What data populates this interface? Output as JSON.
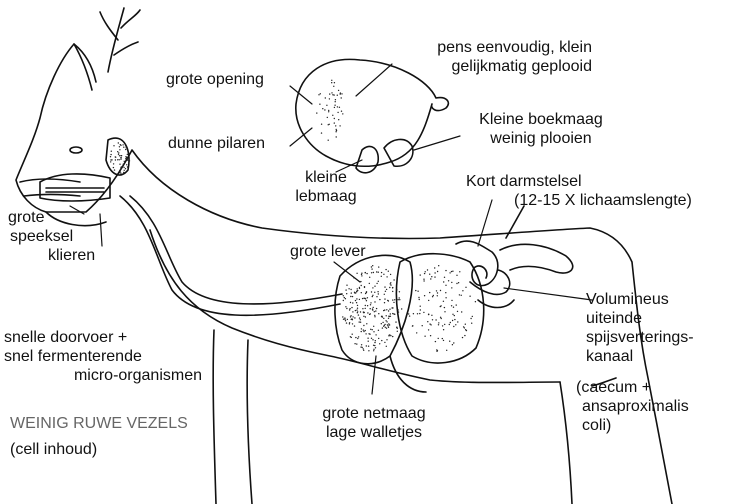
{
  "labels": {
    "stomach_simple_1": "pens eenvoudig, klein",
    "stomach_simple_2": "gelijkmatig geplooid",
    "large_opening": "grote opening",
    "thin_pillars": "dunne pilaren",
    "omasum_1": "Kleine boekmaag",
    "omasum_2": "weinig plooien",
    "abomasum_1": "kleine",
    "abomasum_2": "lebmaag",
    "short_intestine_1": "Kort darmstelsel",
    "short_intestine_2": "(12-15 X lichaamslengte)",
    "salivary_1": "grote",
    "salivary_2": "speeksel",
    "salivary_3": "klieren",
    "large_liver": "grote lever",
    "voluminous_1": "Volumineus",
    "voluminous_2": "uiteinde",
    "voluminous_3": "spijsverterings-",
    "voluminous_4": "kanaal",
    "caecum_1": "(caecum +",
    "caecum_2": "ansaproximalis",
    "caecum_3": "coli)",
    "fast_1": "snelle doorvoer +",
    "fast_2": "snel fermenterende",
    "fast_3": "micro-organismen",
    "reticulum_1": "grote netmaag",
    "reticulum_2": "lage walletjes",
    "fibres": "WEINIG RUWE VEZELS",
    "cell": "(cell inhoud)"
  },
  "colors": {
    "ink": "#111111",
    "muted_caption": "#666666",
    "background": "#ffffff"
  }
}
